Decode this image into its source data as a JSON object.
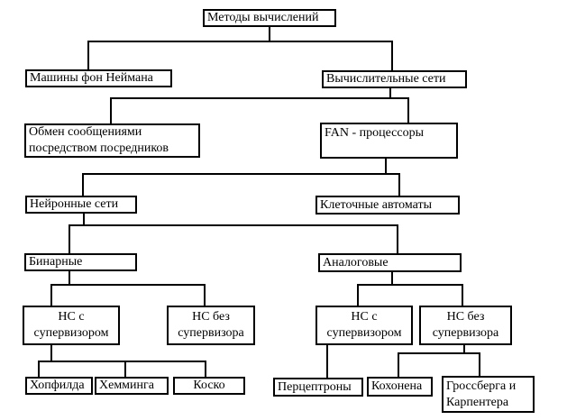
{
  "diagram": {
    "title": "Методы вычислений",
    "colors": {
      "background": "#ffffff",
      "box_fill": "#ffffff",
      "box_border": "#000000",
      "line": "#000000",
      "text": "#000000"
    },
    "nodes": {
      "root": "Методы вычислений",
      "von_neumann": "Машины фон Неймана",
      "networks": "Вычислительные сети",
      "messaging": "Обмен сообщениями\nпосредством посредников",
      "fan": "FAN - процессоры",
      "neural": "Нейронные сети",
      "cellular": "Клеточные автоматы",
      "binary": "Бинарные",
      "analog": "Аналоговые",
      "ns_supervised_left": "НС  с\nсупервизором",
      "ns_unsupervised_left": "НС  без\nсупервизора",
      "ns_supervised_right": "НС с\nсупервизором",
      "ns_unsupervised_right": "НС  без\nсупервизора",
      "hopfield": "Хопфилда",
      "hamming": "Хемминга",
      "kosko": "Коско",
      "perceptrons": "Перцептроны",
      "kohonen": "Кохонена",
      "grossberg": "Гроссберга и\nКарпентера"
    },
    "edges": [
      "root -> von_neumann",
      "root -> networks",
      "networks -> messaging",
      "networks -> fan",
      "fan -> neural",
      "fan -> cellular",
      "neural -> binary",
      "neural -> analog",
      "binary -> ns_supervised_left",
      "binary -> ns_unsupervised_left",
      "analog -> ns_supervised_right",
      "analog -> ns_unsupervised_right",
      "ns_supervised_left -> hopfield",
      "ns_supervised_left -> hamming",
      "ns_supervised_left -> kosko",
      "ns_supervised_right -> perceptrons",
      "ns_unsupervised_right -> kohonen",
      "ns_unsupervised_right -> grossberg"
    ]
  }
}
